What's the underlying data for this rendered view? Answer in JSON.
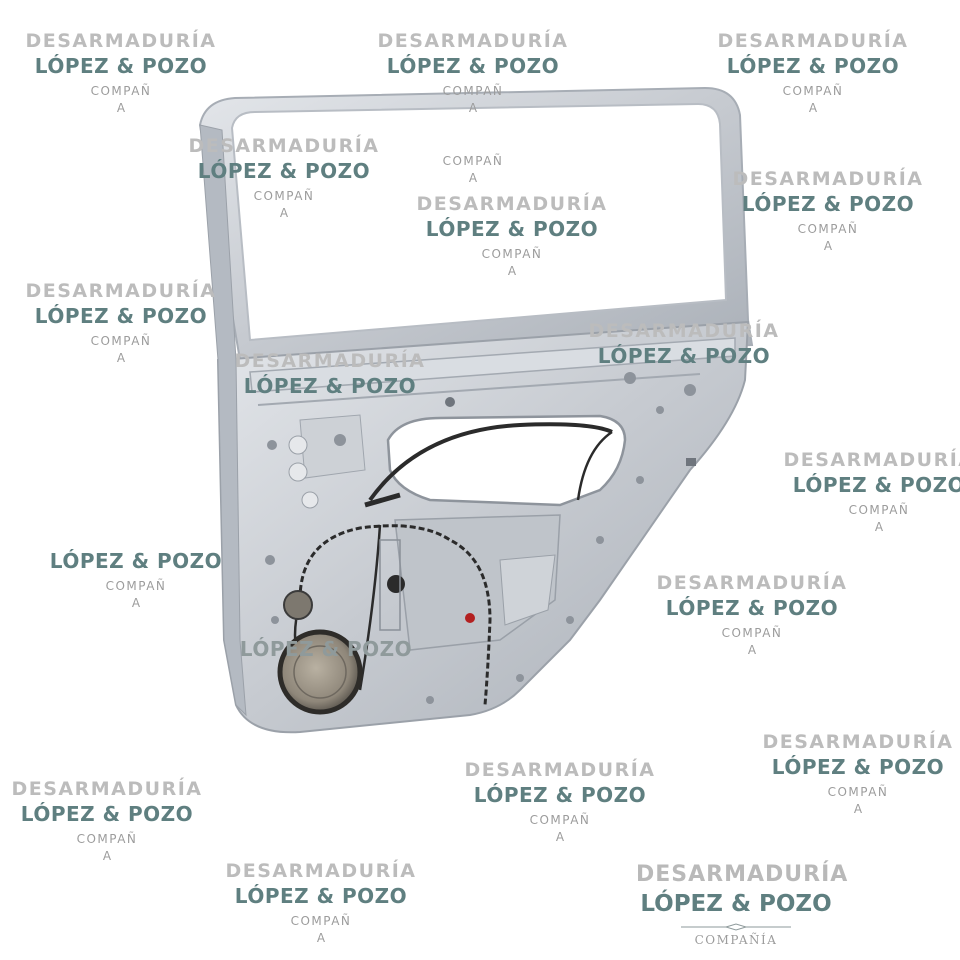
{
  "photo": {
    "subject": "rear-door-panel-with-window-regulator",
    "colors": {
      "metal": "#c9cdd3",
      "metal_dark": "#9ea4ac",
      "cable": "#2b2b2b",
      "accent_red": "#b32020"
    }
  },
  "watermark": {
    "line1": "DESARMADURÍA",
    "line2": "LÓPEZ & POZO",
    "line3": "COMPAÑ",
    "line4": "A",
    "colors": {
      "line1": "#bcbcbc",
      "line2": "#5f7f80",
      "small": "#9c9c9c"
    }
  },
  "logo": {
    "line1": "DESARMADURÍA",
    "line2": "LÓPEZ & POZO",
    "line3": "COMPAÑÍA"
  }
}
